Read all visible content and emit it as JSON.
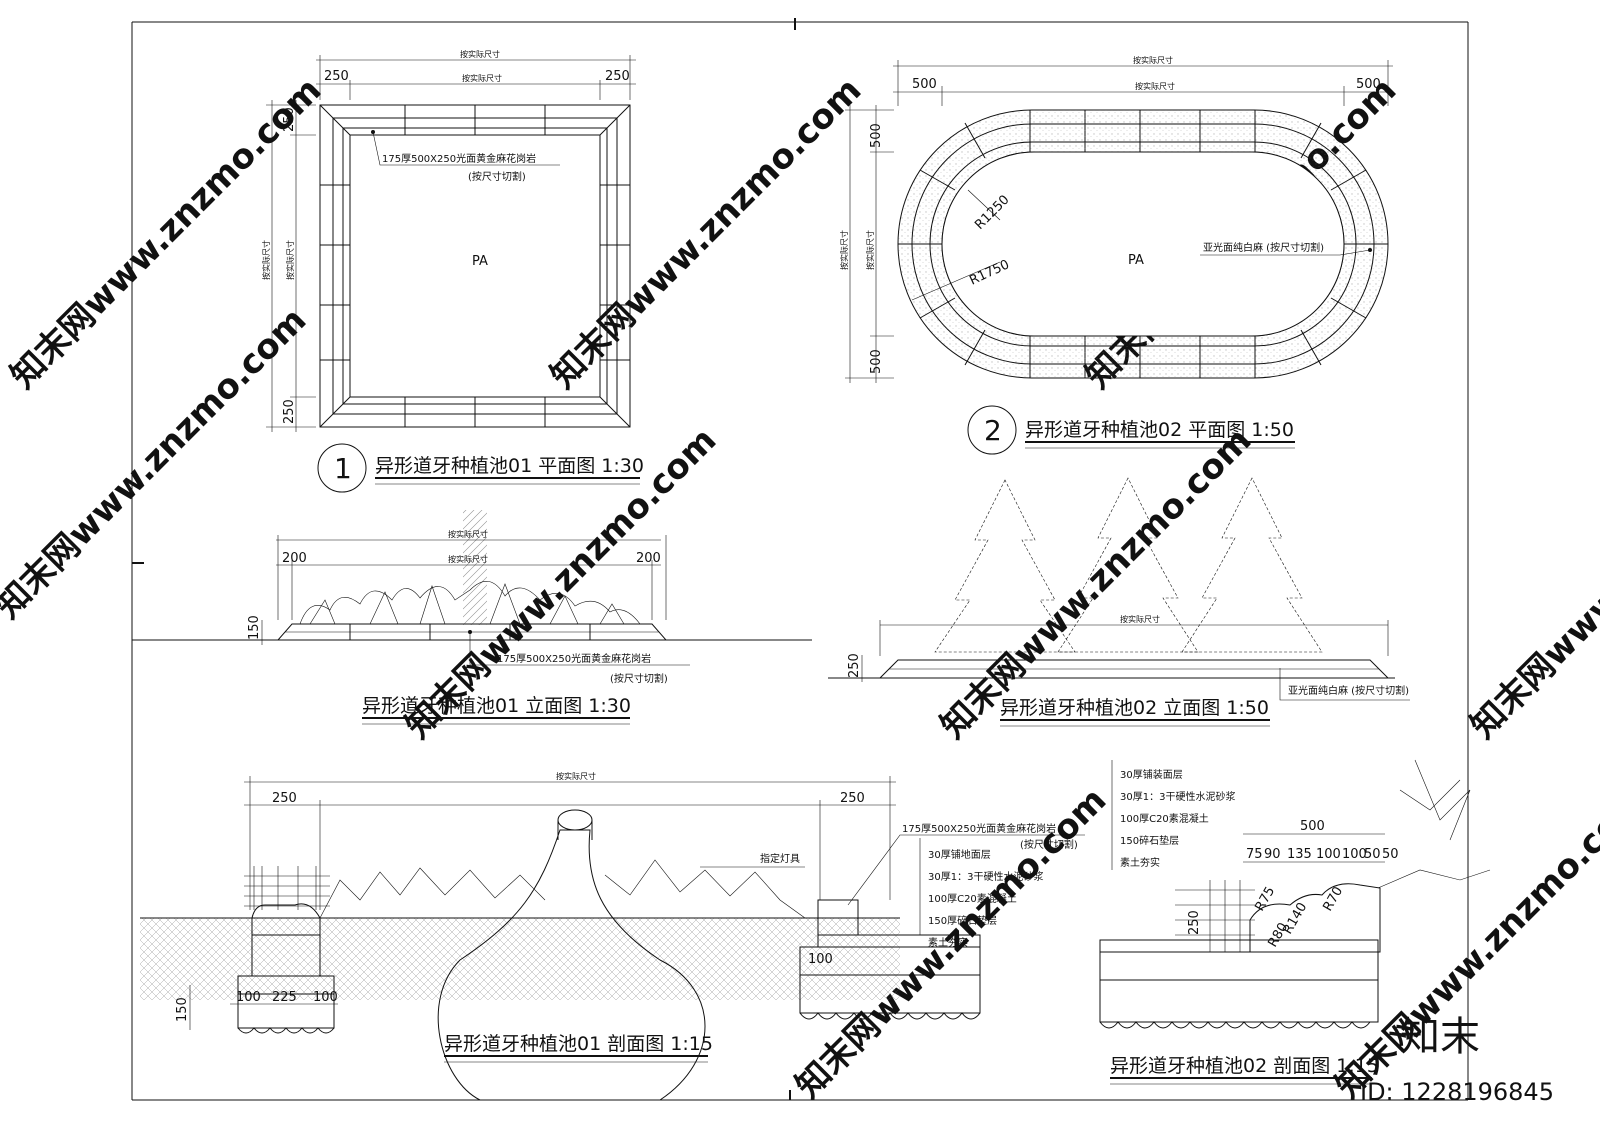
{
  "common": {
    "site_size": "按实际尺寸",
    "pa": "PA",
    "granite_note": "175厚500X250光面黄金麻花岗岩",
    "cut_note": "(按尺寸切割)",
    "white_granite_note": "亚光面纯白麻 (按尺寸切割)",
    "lamp_note": "指定灯具"
  },
  "plan01": {
    "number": "1",
    "title": "异形道牙种植池01 平面图  1:30",
    "dims": {
      "left": "250",
      "right": "250",
      "top": "250",
      "bottom": "250"
    }
  },
  "plan02": {
    "number": "2",
    "title": "异形道牙种植池02 平面图  1:50",
    "dims": {
      "left": "500",
      "right": "500",
      "top": "500",
      "bottom": "500"
    },
    "r_inner": "R1250",
    "r_outer": "R1750"
  },
  "elev01": {
    "title": "异形道牙种植池01 立面图  1:30",
    "dims": {
      "left": "200",
      "right": "200",
      "height": "150"
    }
  },
  "elev02": {
    "title": "异形道牙种植池02 立面图  1:50",
    "dims": {
      "height": "250"
    }
  },
  "section01": {
    "title": "异形道牙种植池01 剖面图  1:15",
    "dims": {
      "left": "250",
      "right": "250",
      "d100a": "100",
      "d225": "225",
      "d100b": "100",
      "d150": "150",
      "d100": "100"
    },
    "layers": [
      "30厚铺地面层",
      "30厚1：3干硬性水泥砂浆",
      "100厚C20素混凝土",
      "150厚碎石垫层",
      "素土夯实"
    ]
  },
  "section02": {
    "title": "异形道牙种植池02 剖面图  1:15",
    "dims": {
      "w500": "500",
      "d250": "250"
    },
    "subdims": [
      "75",
      "90",
      "135",
      "100",
      "100",
      "50",
      "50"
    ],
    "radii": [
      "R75",
      "R70",
      "R140",
      "R80"
    ],
    "layers": [
      "30厚铺装面层",
      "30厚1：3干硬性水泥砂浆",
      "100厚C20素混凝土",
      "150碎石垫层",
      "素土夯实"
    ]
  },
  "watermark": {
    "text": "知末网www.znzmo.com"
  },
  "brand": {
    "logo": "知末",
    "id": "ID: 1228196845"
  }
}
